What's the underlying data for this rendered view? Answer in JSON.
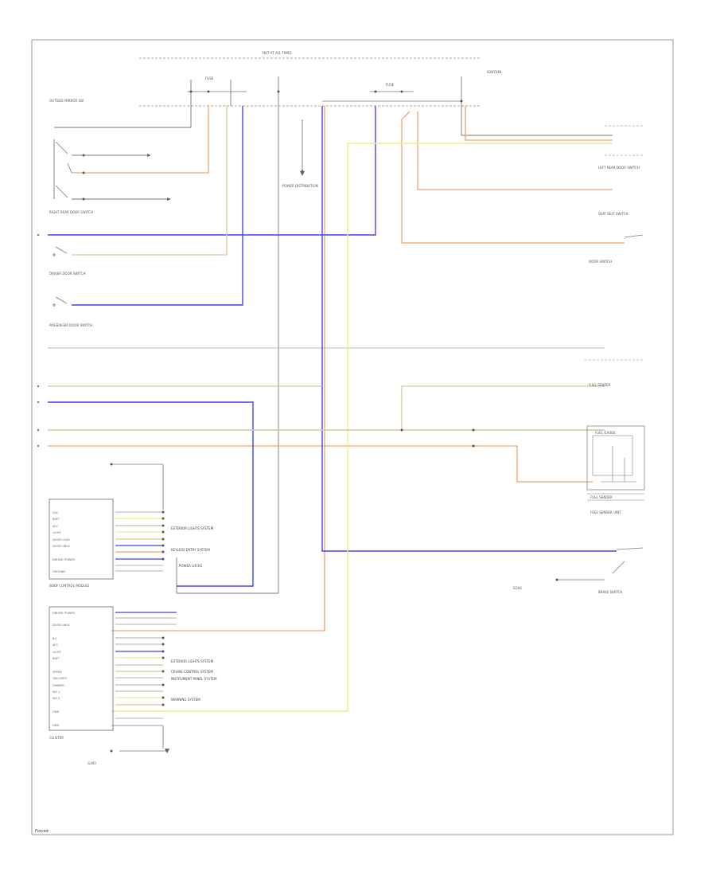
{
  "colors": {
    "orange": "#f2a36b",
    "blue": "#4444ee",
    "yellow": "#eeee88",
    "tan": "#d8c698",
    "grey": "#b0b0b0",
    "black": "#777777"
  },
  "labels": {
    "top_center": "HOT AT ALL TIMES",
    "fuse_left": "FUSE",
    "fuse_right": "FUSE",
    "left_sw_title": "OUTSIDE MIRROR SW",
    "rear_door_left": "RIGHT REAR DOOR SWITCH",
    "driver_sw": "DRIVER DOOR SWITCH",
    "passenger_sw": "PASSENGER DOOR SWITCH",
    "power_dist": "POWER DISTRIBUTION",
    "right_upper": "IGNITION",
    "right_1": "LEFT REAR DOOR SWITCH",
    "right_2": "SEAT BELT SWITCH",
    "right_3": "DOOR SWITCH",
    "right_4": "FUEL SENDER",
    "fuel_gauge": "FUEL GAUGE",
    "fuel_sender_box": "FUEL SENDER",
    "fuel_sender_caption": "FUEL SENDER UNIT",
    "lower_right_sw": "BRAKE SWITCH",
    "left_module": "BODY CONTROL MODULE",
    "lower_module": "CLUSTER",
    "ground_bottom": "G300",
    "ground_mid": "G200",
    "footer": "Forced"
  },
  "module_upper_pins": [
    "IGN",
    "BATT",
    "ACC",
    "LIGHT",
    "DOOR LOCK",
    "DOOR UNLK",
    "DRIVER POWER",
    "GROUND"
  ],
  "module_lower_pins": [
    "DRIVER POWER",
    "DOOR UNLK",
    "B+",
    "ACC",
    "LIGHT",
    "BATT",
    "SPEED",
    "TAILLIGHT",
    "DIMMER",
    "SW 1",
    "SW 2",
    "GND",
    "GND"
  ],
  "side_notes_upper": [
    "EXTERIOR LIGHTS SYSTEM",
    "KEYLESS ENTRY SYSTEM",
    "POWER LOCKS"
  ],
  "side_notes_lower": [
    "EXTERIOR LIGHTS SYSTEM",
    "CRUISE CONTROL SYSTEM",
    "INSTRUMENT PANEL SYSTEM",
    "WARNING SYSTEM"
  ]
}
